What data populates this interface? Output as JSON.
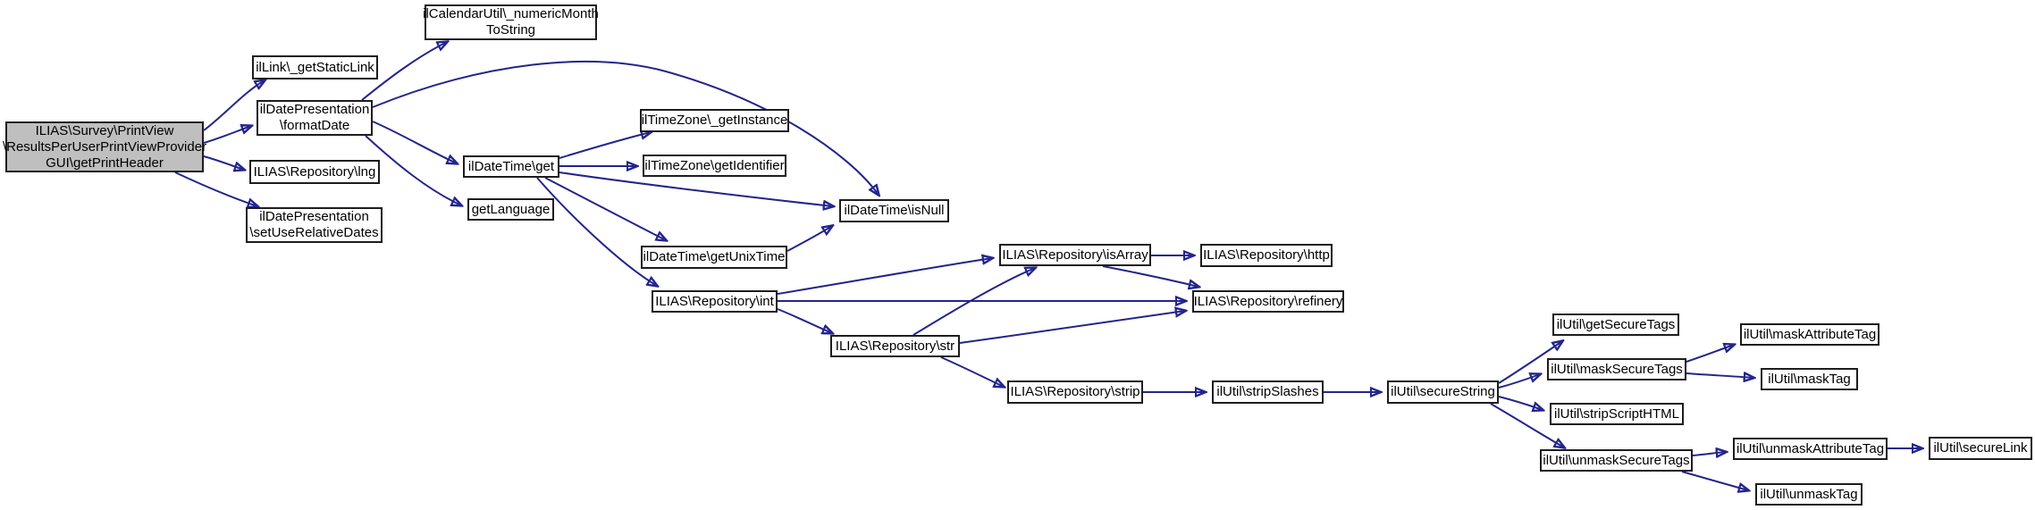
{
  "diagram": {
    "kind": "doxygen-call-graph",
    "background_color": "#ffffff",
    "edge_color": "#24248c",
    "node_border_color": "#1d1d1d",
    "node_fill_color": "#ffffff",
    "root_fill_color": "#bfbfbf"
  },
  "nodes": {
    "root": {
      "label": "ILIAS\\Survey\\PrintView\n\\ResultsPerUserPrintViewProvider\nGUI\\getPrintHeader"
    },
    "getStaticLink": {
      "label": "ilLink\\_getStaticLink"
    },
    "numericMonthToString": {
      "label": "ilCalendarUtil\\_numericMonth\nToString"
    },
    "formatDate": {
      "label": "ilDatePresentation\n\\formatDate"
    },
    "lng": {
      "label": "ILIAS\\Repository\\lng"
    },
    "setUseRelativeDates": {
      "label": "ilDatePresentation\n\\setUseRelativeDates"
    },
    "get": {
      "label": "ilDateTime\\get"
    },
    "getLanguage": {
      "label": "getLanguage"
    },
    "getInstance": {
      "label": "ilTimeZone\\_getInstance"
    },
    "getIdentifier": {
      "label": "ilTimeZone\\getIdentifier"
    },
    "isNull": {
      "label": "ilDateTime\\isNull"
    },
    "getUnixTime": {
      "label": "ilDateTime\\getUnixTime"
    },
    "int": {
      "label": "ILIAS\\Repository\\int"
    },
    "isArray": {
      "label": "ILIAS\\Repository\\isArray"
    },
    "str": {
      "label": "ILIAS\\Repository\\str"
    },
    "strip": {
      "label": "ILIAS\\Repository\\strip"
    },
    "http": {
      "label": "ILIAS\\Repository\\http"
    },
    "refinery": {
      "label": "ILIAS\\Repository\\refinery"
    },
    "stripSlashes": {
      "label": "ilUtil\\stripSlashes"
    },
    "secureString": {
      "label": "ilUtil\\secureString"
    },
    "getSecureTags": {
      "label": "ilUtil\\getSecureTags"
    },
    "maskSecureTags": {
      "label": "ilUtil\\maskSecureTags"
    },
    "maskAttributeTag": {
      "label": "ilUtil\\maskAttributeTag"
    },
    "maskTag": {
      "label": "ilUtil\\maskTag"
    },
    "stripScriptHTML": {
      "label": "ilUtil\\stripScriptHTML"
    },
    "unmaskSecureTags": {
      "label": "ilUtil\\unmaskSecureTags"
    },
    "unmaskAttributeTag": {
      "label": "ilUtil\\unmaskAttributeTag"
    },
    "unmaskTag": {
      "label": "ilUtil\\unmaskTag"
    },
    "secureLink": {
      "label": "ilUtil\\secureLink"
    }
  },
  "edges": [
    {
      "from": "root",
      "to": "getStaticLink"
    },
    {
      "from": "root",
      "to": "formatDate"
    },
    {
      "from": "root",
      "to": "lng"
    },
    {
      "from": "root",
      "to": "setUseRelativeDates"
    },
    {
      "from": "formatDate",
      "to": "numericMonthToString"
    },
    {
      "from": "formatDate",
      "to": "get"
    },
    {
      "from": "formatDate",
      "to": "getLanguage"
    },
    {
      "from": "formatDate",
      "to": "isNull"
    },
    {
      "from": "get",
      "to": "getInstance"
    },
    {
      "from": "get",
      "to": "getIdentifier"
    },
    {
      "from": "get",
      "to": "isNull"
    },
    {
      "from": "get",
      "to": "getUnixTime"
    },
    {
      "from": "get",
      "to": "int"
    },
    {
      "from": "getUnixTime",
      "to": "isNull"
    },
    {
      "from": "int",
      "to": "isArray"
    },
    {
      "from": "int",
      "to": "refinery"
    },
    {
      "from": "int",
      "to": "str"
    },
    {
      "from": "str",
      "to": "isArray"
    },
    {
      "from": "str",
      "to": "refinery"
    },
    {
      "from": "str",
      "to": "strip"
    },
    {
      "from": "isArray",
      "to": "http"
    },
    {
      "from": "isArray",
      "to": "refinery"
    },
    {
      "from": "strip",
      "to": "stripSlashes"
    },
    {
      "from": "stripSlashes",
      "to": "secureString"
    },
    {
      "from": "secureString",
      "to": "getSecureTags"
    },
    {
      "from": "secureString",
      "to": "maskSecureTags"
    },
    {
      "from": "secureString",
      "to": "stripScriptHTML"
    },
    {
      "from": "secureString",
      "to": "unmaskSecureTags"
    },
    {
      "from": "maskSecureTags",
      "to": "maskAttributeTag"
    },
    {
      "from": "maskSecureTags",
      "to": "maskTag"
    },
    {
      "from": "unmaskSecureTags",
      "to": "unmaskAttributeTag"
    },
    {
      "from": "unmaskSecureTags",
      "to": "unmaskTag"
    },
    {
      "from": "unmaskAttributeTag",
      "to": "secureLink"
    }
  ]
}
